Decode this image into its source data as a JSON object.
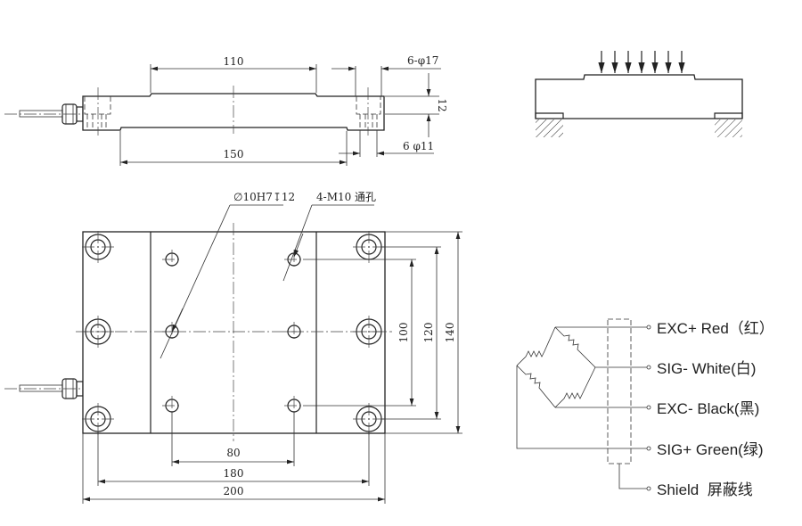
{
  "side_view": {
    "dim_top_width": "110",
    "dim_bottom_width": "150",
    "dim_hole_top": "6-φ17",
    "dim_hole_bottom": "6 φ11",
    "dim_height": "12"
  },
  "plan_view": {
    "callout_pin_hole": "∅10H7↧12",
    "callout_thread": "4-M10 通孔",
    "dim_80": "80",
    "dim_180": "180",
    "dim_200": "200",
    "dim_100": "100",
    "dim_120": "120",
    "dim_140": "140"
  },
  "wiring": {
    "wires": [
      {
        "label": "EXC+ Red（红）"
      },
      {
        "label": "SIG- White(白)"
      },
      {
        "label": "EXC- Black(黑)"
      },
      {
        "label": "SIG+ Green(绿)"
      },
      {
        "label": "Shield  屏蔽线"
      }
    ]
  }
}
